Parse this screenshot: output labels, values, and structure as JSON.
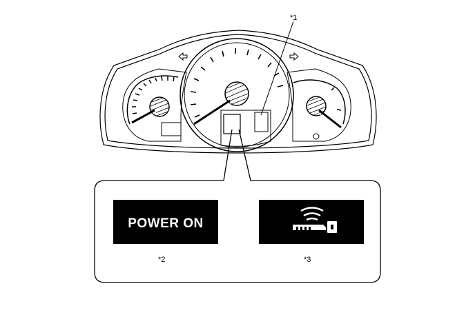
{
  "callouts": {
    "cluster": "*1",
    "power_on_display": "*2",
    "key_display": "*3"
  },
  "displays": {
    "power_on_text": "POWER ON",
    "key_icon": "smart-key-signal-icon",
    "background_color": "#000000",
    "text_color": "#ffffff"
  },
  "colors": {
    "line": "#000000",
    "background": "#ffffff"
  }
}
